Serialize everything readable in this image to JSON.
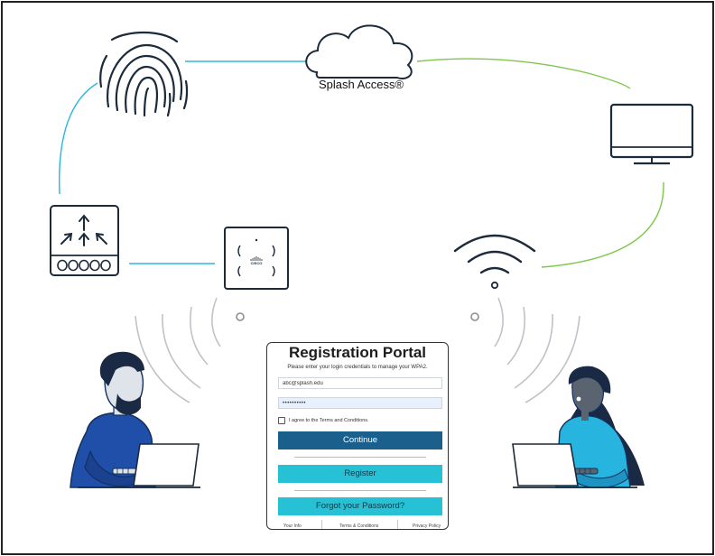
{
  "diagram": {
    "cloud_label": "Splash Access®",
    "line_colors": {
      "left": "#2bb5e0",
      "right": "#7cc84b",
      "arcs": "#bfc3c9"
    },
    "icons": [
      "fingerprint-icon",
      "cloud-icon",
      "monitor-icon",
      "network-switch-icon",
      "access-point-icon",
      "wifi-icon",
      "person-left",
      "person-right"
    ]
  },
  "portal": {
    "title": "Registration Portal",
    "subtitle": "Please enter your login credentials to manage your WPA2.",
    "email_value": "abc@splash.edu",
    "password_value": "••••••••••",
    "agree_label": "I agree to the Terms and Conditions.",
    "continue_label": "Continue",
    "register_label": "Register",
    "forgot_label": "Forgot your Password?",
    "footer": {
      "your_info": "Your Info",
      "terms": "Terms & Conditions",
      "privacy": "Privacy Policy"
    },
    "colors": {
      "continue": "#1b5f8c",
      "accent": "#27c1d6"
    }
  }
}
